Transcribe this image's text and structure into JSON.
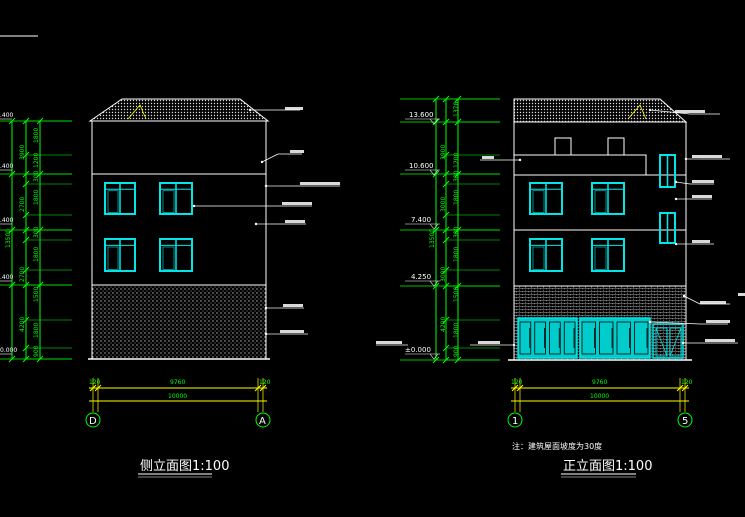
{
  "colors": {
    "background": "#000000",
    "outline": "#ffffff",
    "dimension": "#00ff00",
    "dimension_line": "#ffff00",
    "window": "#00e5e5",
    "door": "#00cccc",
    "leader": "#ffffff",
    "axis_circle": "#00ff00"
  },
  "side_view": {
    "title": "侧立面图1:100",
    "axis_left": "D",
    "axis_right": "A",
    "width_dims": {
      "left_margin": "120",
      "inner": "9760",
      "right_margin": "120",
      "total": "10000"
    },
    "vertical_dims": [
      "1800",
      "3900",
      "1200",
      "300",
      "2700",
      "1800",
      "300",
      "1800",
      "13500",
      "2700",
      "1500",
      "4200",
      "1800",
      "900"
    ],
    "elevation_marks": [
      ".400",
      ".400",
      ".400",
      ".400",
      "0.000"
    ]
  },
  "front_view": {
    "title": "正立面图1:100",
    "axis_left": "1",
    "axis_right": "5",
    "width_dims": {
      "left_margin": "120",
      "inner": "9760",
      "right_margin": "120",
      "total": "10000"
    },
    "elevations": [
      "13.600",
      "10.600",
      "7.400",
      "4.250",
      "±0.000"
    ],
    "vertical_dims": [
      "1378",
      "3900",
      "1200",
      "300",
      "3000",
      "1800",
      "300",
      "1800",
      "13500",
      "3000",
      "1500",
      "4200",
      "1800",
      "900"
    ],
    "note": "注：建筑屋面坡度为30度"
  }
}
